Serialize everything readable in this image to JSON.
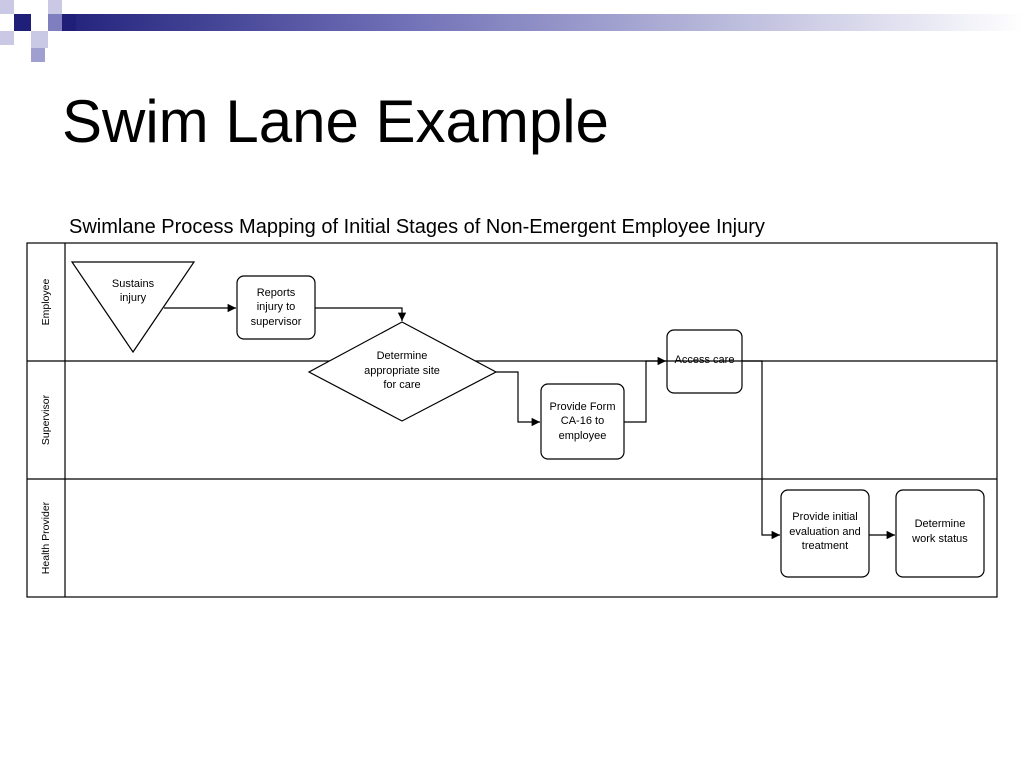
{
  "slide": {
    "title": "Swim Lane Example",
    "subtitle": "Swimlane Process Mapping of Initial Stages of Non-Emergent Employee Injury",
    "colors": {
      "deco_dark": "#1f1f7a",
      "deco_mid": "#7f7fc0",
      "deco_light": "#c9c9e6"
    }
  },
  "lanes": [
    {
      "label": "Employee"
    },
    {
      "label": "Supervisor"
    },
    {
      "label": "Health Provider"
    }
  ],
  "nodes": {
    "sustains_injury": {
      "text": "Sustains\ninjury",
      "shape": "inverted-triangle"
    },
    "reports_injury": {
      "text": "Reports\ninjury to\nsupervisor",
      "shape": "rounded-rect"
    },
    "determine_site": {
      "text": "Determine\nappropriate site\nfor care",
      "shape": "diamond"
    },
    "access_care": {
      "text": "Access care",
      "shape": "rounded-rect"
    },
    "provide_form": {
      "text": "Provide Form\nCA-16 to\nemployee",
      "shape": "rounded-rect"
    },
    "initial_evaluation": {
      "text": "Provide initial\nevaluation and\ntreatment",
      "shape": "rounded-rect"
    },
    "work_status": {
      "text": "Determine\nwork status",
      "shape": "rounded-rect"
    }
  }
}
